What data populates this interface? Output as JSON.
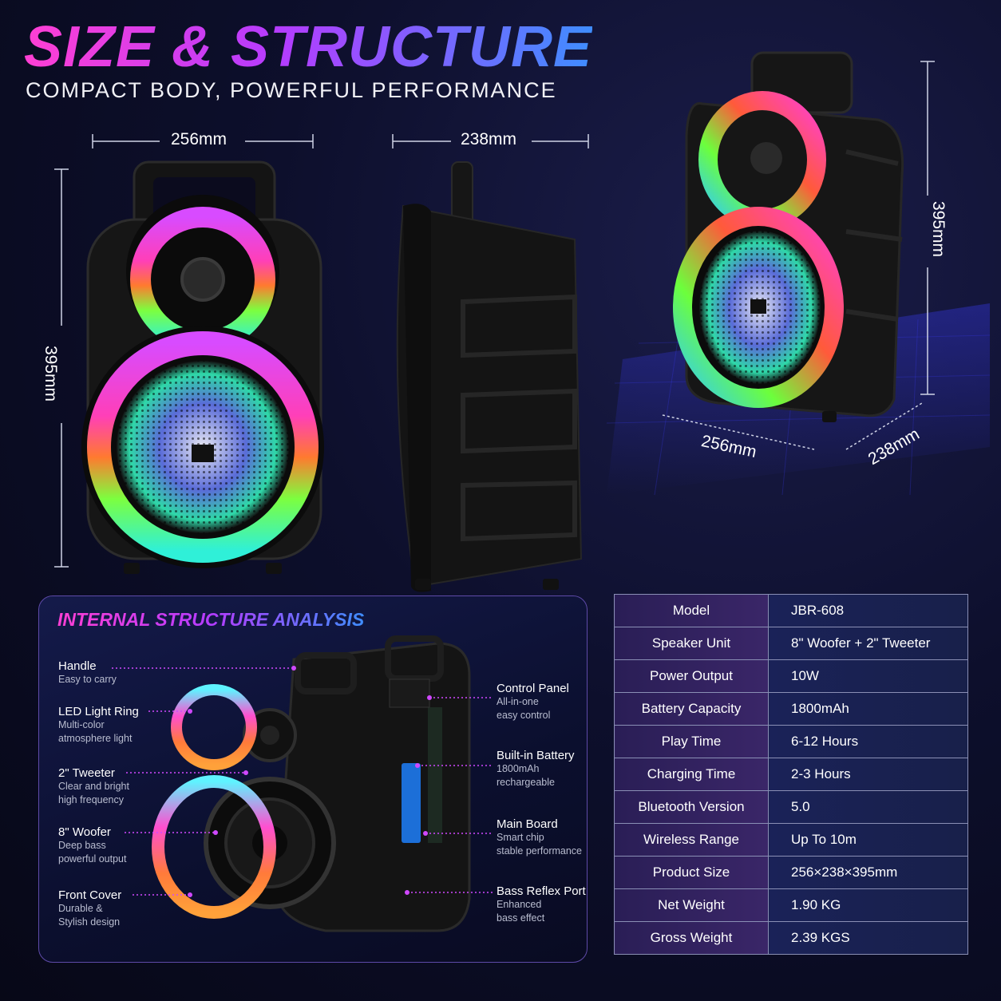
{
  "header": {
    "title": "SIZE & STRUCTURE",
    "subtitle": "COMPACT BODY, POWERFUL PERFORMANCE"
  },
  "dimensions": {
    "front_width": "256mm",
    "side_depth": "238mm",
    "front_height": "395mm",
    "persp_height": "395mm",
    "persp_width": "256mm",
    "persp_depth": "238mm"
  },
  "internal": {
    "title": "INTERNAL STRUCTURE ANALYSIS",
    "left_labels": [
      {
        "name": "Handle",
        "desc": [
          "Easy to carry"
        ]
      },
      {
        "name": "LED Light Ring",
        "desc": [
          "Multi-color",
          "atmosphere light"
        ]
      },
      {
        "name": "2\" Tweeter",
        "desc": [
          "Clear and bright",
          "high frequency"
        ]
      },
      {
        "name": "8\" Woofer",
        "desc": [
          "Deep bass",
          "powerful output"
        ]
      },
      {
        "name": "Front Cover",
        "desc": [
          "Durable &",
          "Stylish design"
        ]
      }
    ],
    "right_labels": [
      {
        "name": "Control Panel",
        "desc": [
          "All-in-one",
          "easy control"
        ]
      },
      {
        "name": "Built-in Battery",
        "desc": [
          "1800mAh",
          "rechargeable"
        ]
      },
      {
        "name": "Main Board",
        "desc": [
          "Smart chip",
          "stable performance"
        ]
      },
      {
        "name": "Bass Reflex Port",
        "desc": [
          "Enhanced",
          "bass effect"
        ]
      }
    ]
  },
  "specs": [
    {
      "key": "Model",
      "value": "JBR-608"
    },
    {
      "key": "Speaker Unit",
      "value": "8\" Woofer + 2\" Tweeter"
    },
    {
      "key": "Power Output",
      "value": "10W"
    },
    {
      "key": "Battery Capacity",
      "value": "1800mAh"
    },
    {
      "key": "Play Time",
      "value": "6-12 Hours"
    },
    {
      "key": "Charging Time",
      "value": "2-3 Hours"
    },
    {
      "key": "Bluetooth Version",
      "value": "5.0"
    },
    {
      "key": "Wireless Range",
      "value": "Up To 10m"
    },
    {
      "key": "Product Size",
      "value": "256×238×395mm"
    },
    {
      "key": "Net Weight",
      "value": "1.90 KG"
    },
    {
      "key": "Gross Weight",
      "value": "2.39 KGS"
    }
  ],
  "colors": {
    "accent_pink": "#ff3fd4",
    "accent_purple": "#b43cff",
    "accent_blue": "#3f8dff",
    "background": "#0d0f2c"
  }
}
